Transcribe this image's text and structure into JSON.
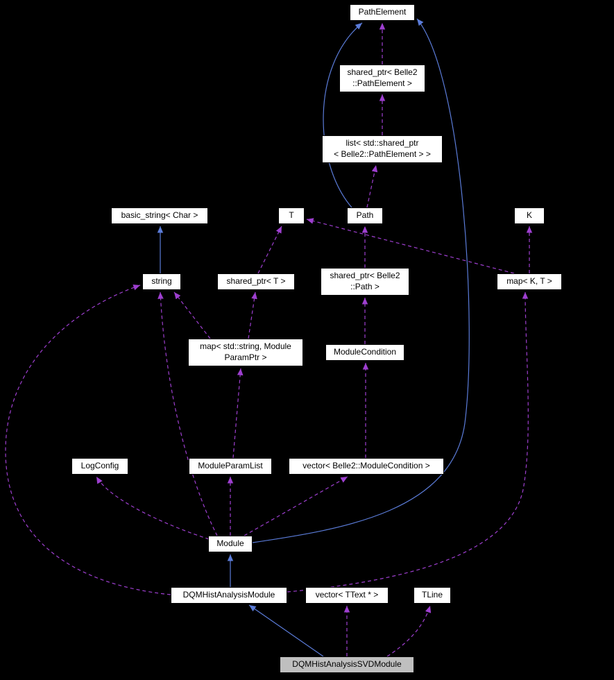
{
  "diagram": {
    "type": "collaboration-graph",
    "colors": {
      "background": "#000000",
      "node_fill": "#ffffff",
      "node_border": "#000000",
      "selected_fill": "#bfbfbf",
      "inheritance_edge": "#5b7cd9",
      "usage_edge": "#9e3fd0"
    },
    "nodes": {
      "pathelement": {
        "label": "PathElement"
      },
      "shared_ptr_pathelement": {
        "label": "shared_ptr< Belle2\n::PathElement >"
      },
      "list_shared_ptr_pathelement": {
        "label": "list< std::shared_ptr\n< Belle2::PathElement > >"
      },
      "basic_string_char": {
        "label": "basic_string< Char >"
      },
      "t": {
        "label": "T"
      },
      "path": {
        "label": "Path"
      },
      "k": {
        "label": "K"
      },
      "string": {
        "label": "string"
      },
      "shared_ptr_t": {
        "label": "shared_ptr< T >"
      },
      "shared_ptr_path": {
        "label": "shared_ptr< Belle2\n::Path >"
      },
      "map_k_t": {
        "label": "map< K, T >"
      },
      "map_string_moduleparamptr": {
        "label": "map< std::string, Module\nParamPtr >"
      },
      "modulecondition": {
        "label": "ModuleCondition"
      },
      "logconfig": {
        "label": "LogConfig"
      },
      "moduleparamlist": {
        "label": "ModuleParamList"
      },
      "vector_modulecondition": {
        "label": "vector< Belle2::ModuleCondition >"
      },
      "module": {
        "label": "Module"
      },
      "dqmhistanalysismodule": {
        "label": "DQMHistAnalysisModule"
      },
      "vector_ttext": {
        "label": "vector< TText * >"
      },
      "tline": {
        "label": "TLine"
      },
      "dqmhistanalysissvdmodule": {
        "label": "DQMHistAnalysisSVDModule"
      }
    },
    "edges": [
      {
        "from": "string",
        "to": "basic_string_char",
        "relation": "inherits"
      },
      {
        "from": "path",
        "to": "pathelement",
        "relation": "inherits"
      },
      {
        "from": "module",
        "to": "pathelement",
        "relation": "inherits"
      },
      {
        "from": "dqmhistanalysismodule",
        "to": "module",
        "relation": "inherits"
      },
      {
        "from": "dqmhistanalysissvdmodule",
        "to": "dqmhistanalysismodule",
        "relation": "inherits"
      },
      {
        "from": "shared_ptr_pathelement",
        "to": "pathelement",
        "relation": "uses"
      },
      {
        "from": "list_shared_ptr_pathelement",
        "to": "shared_ptr_pathelement",
        "relation": "uses"
      },
      {
        "from": "path",
        "to": "list_shared_ptr_pathelement",
        "relation": "uses"
      },
      {
        "from": "shared_ptr_path",
        "to": "path",
        "relation": "uses"
      },
      {
        "from": "modulecondition",
        "to": "shared_ptr_path",
        "relation": "uses"
      },
      {
        "from": "vector_modulecondition",
        "to": "modulecondition",
        "relation": "uses"
      },
      {
        "from": "module",
        "to": "vector_modulecondition",
        "relation": "uses"
      },
      {
        "from": "module",
        "to": "moduleparamlist",
        "relation": "uses"
      },
      {
        "from": "module",
        "to": "logconfig",
        "relation": "uses"
      },
      {
        "from": "module",
        "to": "string",
        "relation": "uses"
      },
      {
        "from": "moduleparamlist",
        "to": "map_string_moduleparamptr",
        "relation": "uses"
      },
      {
        "from": "map_string_moduleparamptr",
        "to": "string",
        "relation": "uses"
      },
      {
        "from": "map_string_moduleparamptr",
        "to": "shared_ptr_t",
        "relation": "uses"
      },
      {
        "from": "shared_ptr_t",
        "to": "t",
        "relation": "uses"
      },
      {
        "from": "map_k_t",
        "to": "t",
        "relation": "uses"
      },
      {
        "from": "map_k_t",
        "to": "k",
        "relation": "uses"
      },
      {
        "from": "dqmhistanalysismodule",
        "to": "map_k_t",
        "relation": "uses"
      },
      {
        "from": "dqmhistanalysismodule",
        "to": "string",
        "relation": "uses"
      },
      {
        "from": "dqmhistanalysissvdmodule",
        "to": "vector_ttext",
        "relation": "uses"
      },
      {
        "from": "dqmhistanalysissvdmodule",
        "to": "tline",
        "relation": "uses"
      }
    ]
  }
}
